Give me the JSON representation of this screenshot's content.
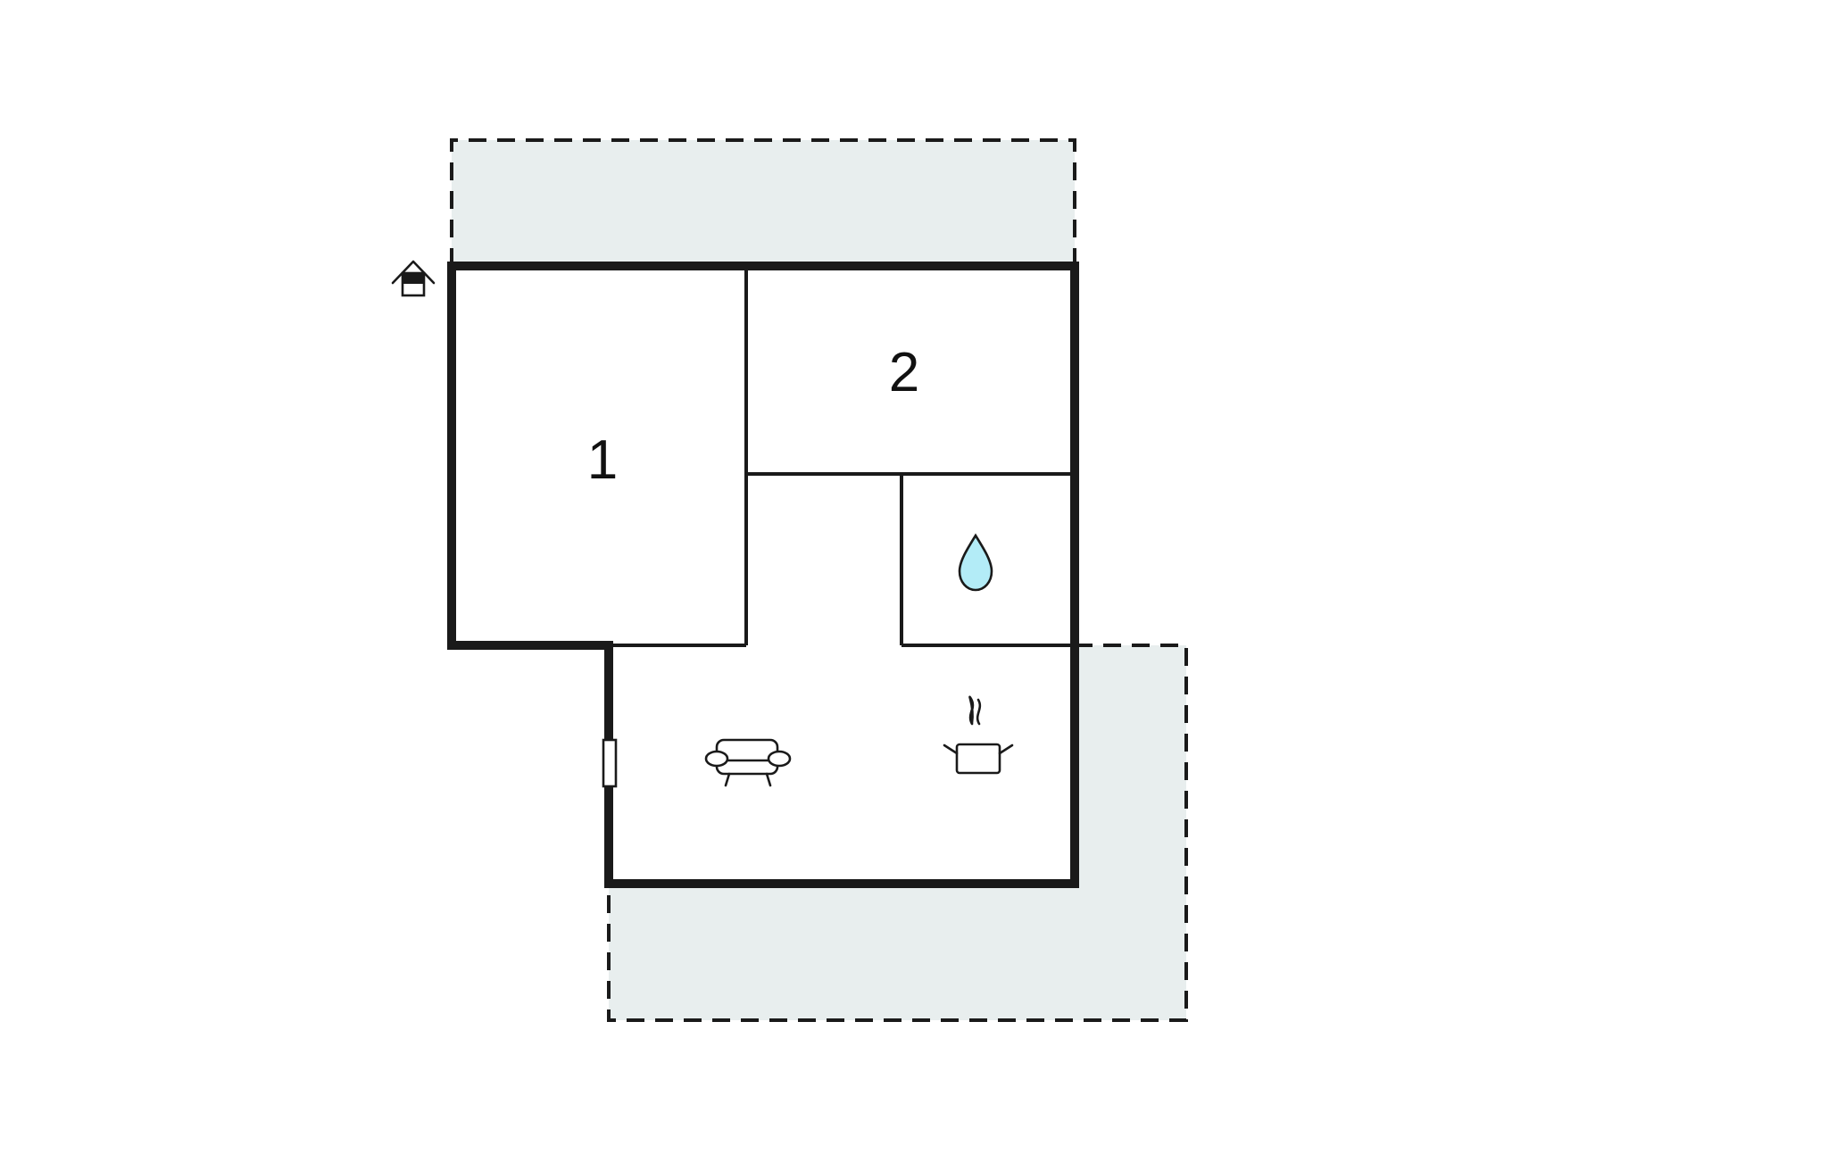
{
  "floorplan": {
    "rooms": [
      {
        "id": "room-1",
        "label": "1"
      },
      {
        "id": "room-2",
        "label": "2"
      }
    ],
    "icons": {
      "entrance": "house-entrance-icon",
      "bathroom": "water-drop-icon",
      "living": "sofa-icon",
      "kitchen": "cooking-pot-icon",
      "window": "window-icon"
    },
    "colors": {
      "wall": "#1a1a1a",
      "terrace": "#e8eeee",
      "water": "#b3ecf7"
    }
  }
}
